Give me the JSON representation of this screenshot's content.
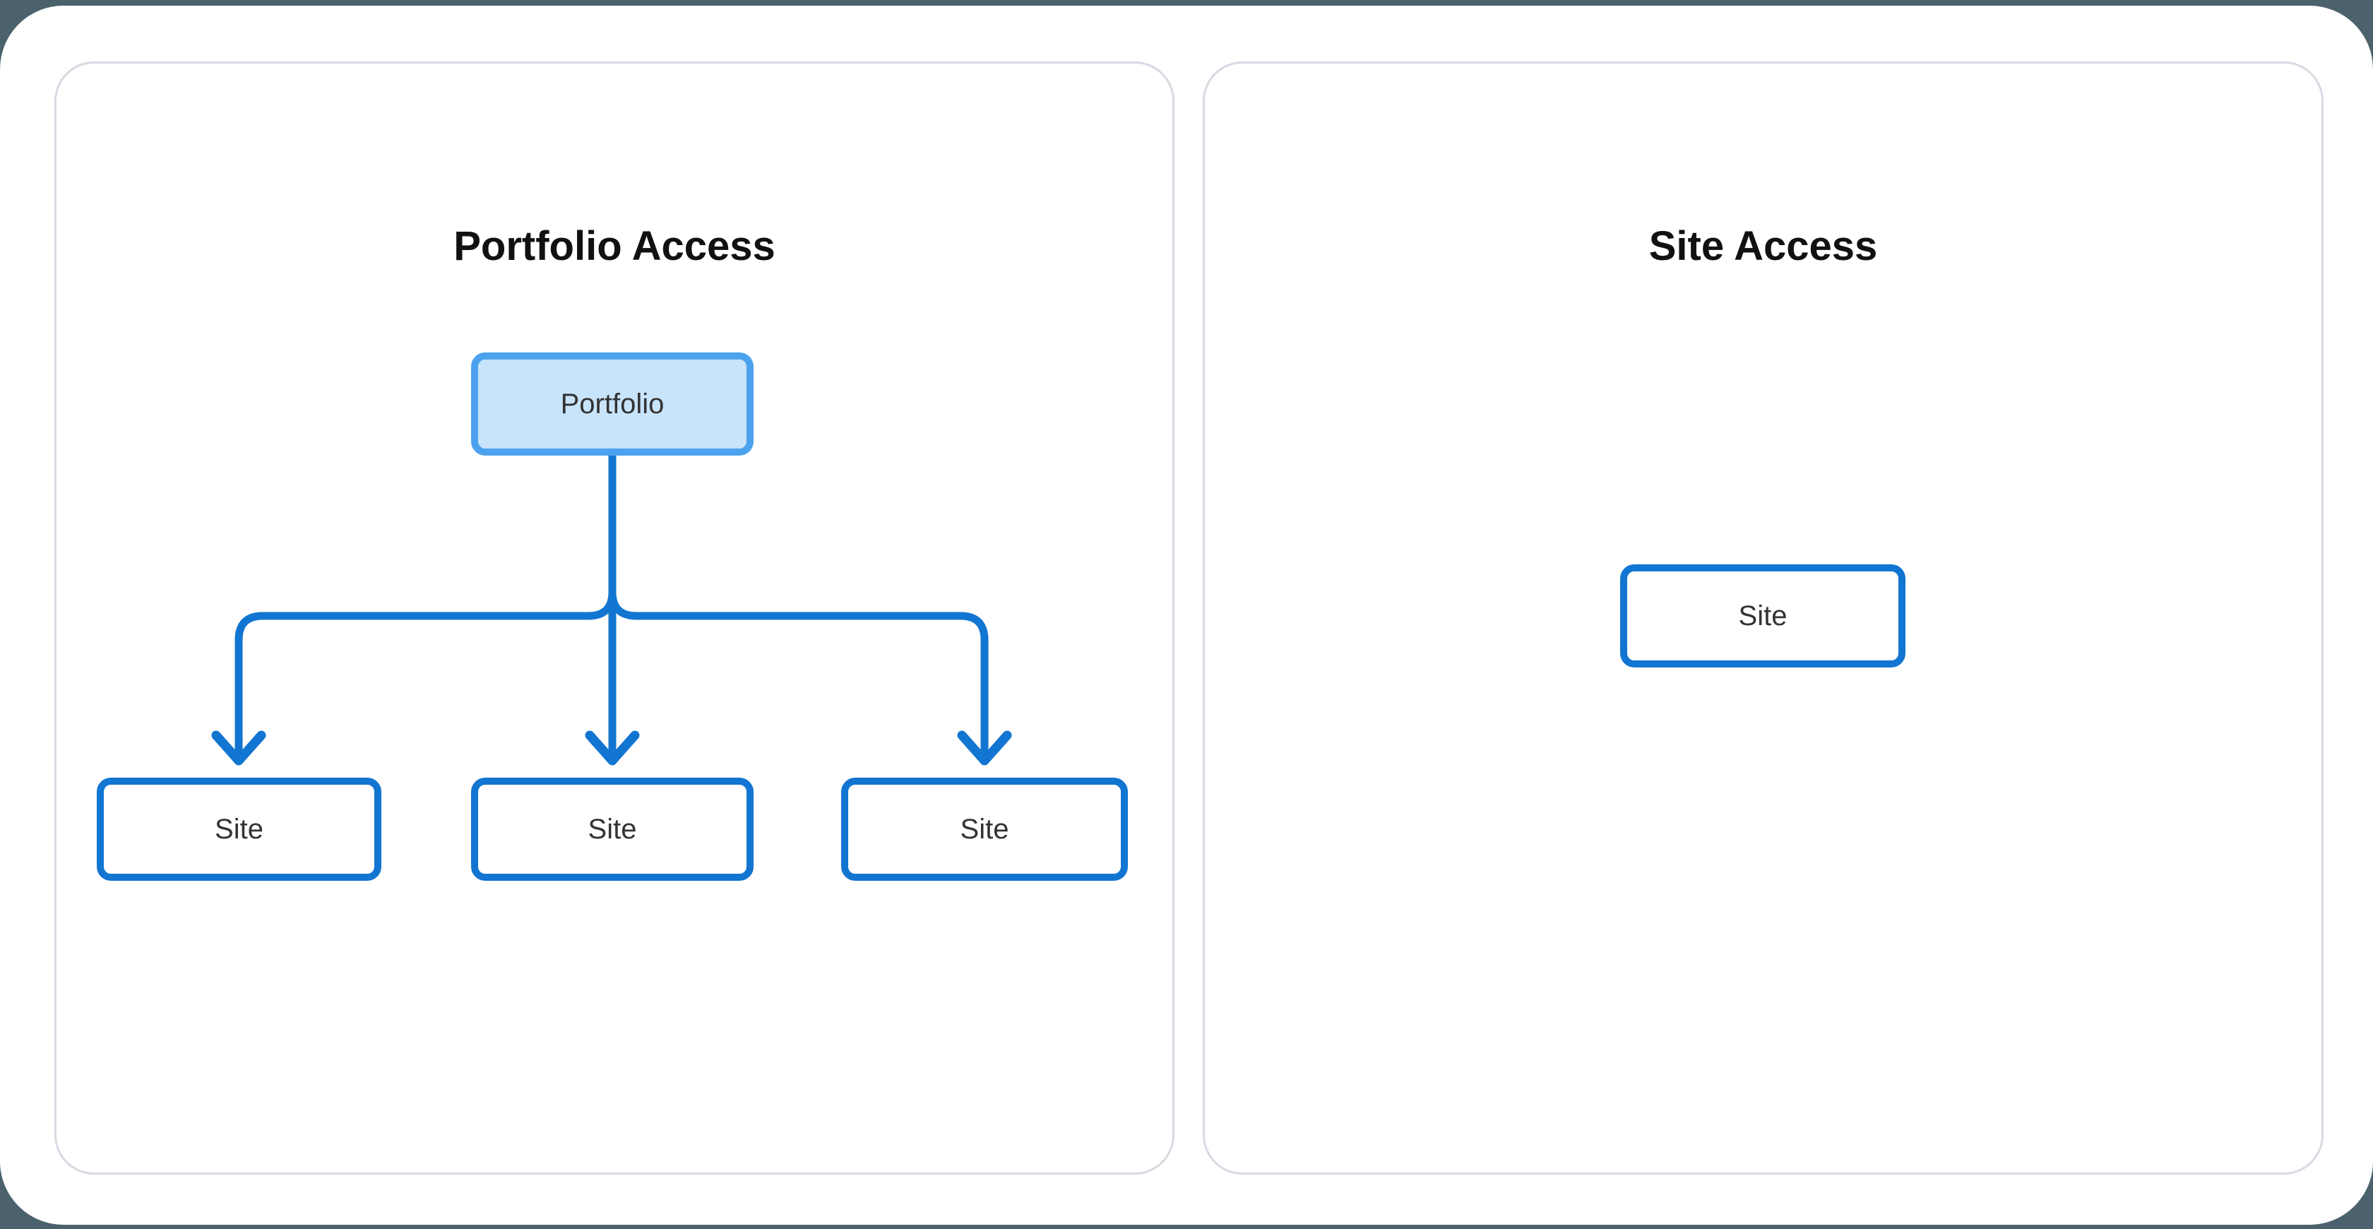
{
  "left_panel": {
    "title": "Portfolio Access",
    "root_node": {
      "label": "Portfolio"
    },
    "child_nodes": [
      {
        "label": "Site"
      },
      {
        "label": "Site"
      },
      {
        "label": "Site"
      }
    ],
    "edges": [
      {
        "from": "Portfolio",
        "to": "Site-1"
      },
      {
        "from": "Portfolio",
        "to": "Site-2"
      },
      {
        "from": "Portfolio",
        "to": "Site-3"
      }
    ]
  },
  "right_panel": {
    "title": "Site Access",
    "node": {
      "label": "Site"
    }
  },
  "colors": {
    "page_bg": "#4b616c",
    "card_bg": "#ffffff",
    "panel_border": "#d9d9e3",
    "connector_blue": "#1275d1",
    "site_border": "#1275d1",
    "portfolio_border": "#4da2ef",
    "portfolio_fill": "#c8e4fb",
    "title_color": "#111111",
    "label_color": "#333333"
  }
}
